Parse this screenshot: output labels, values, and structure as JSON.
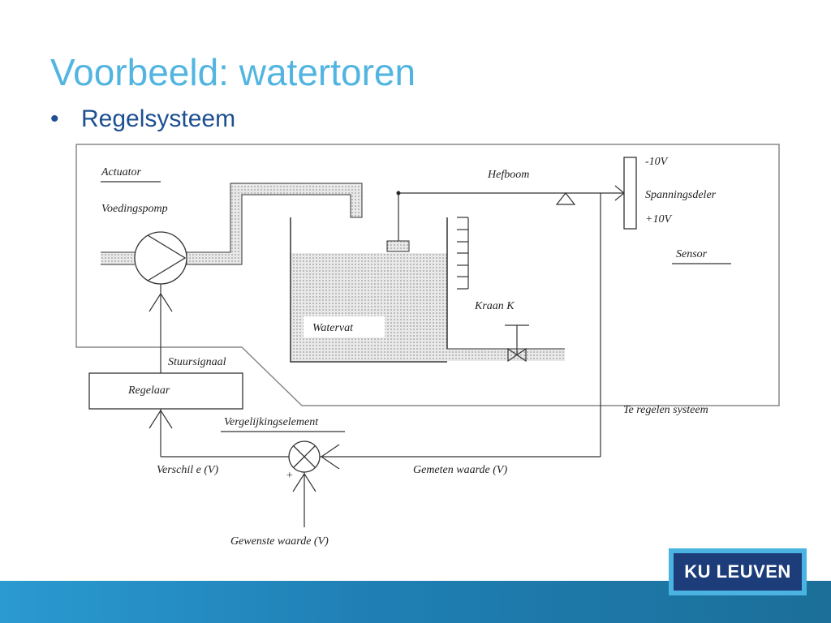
{
  "slide": {
    "title": "Voorbeeld: watertoren",
    "bullet": "Regelsysteem"
  },
  "diagram": {
    "labels": {
      "actuator": "Actuator",
      "voedingspomp": "Voedingspomp",
      "stuursignaal": "Stuursignaal",
      "regelaar": "Regelaar",
      "vergelijkingselement": "Vergelijkingselement",
      "verschil": "Verschil e (V)",
      "gemeten_waarde": "Gemeten waarde (V)",
      "gewenste_waarde": "Gewenste waarde (V)",
      "plus_sign": "+",
      "watervat": "Watervat",
      "kraan": "Kraan K",
      "hefboom": "Hefboom",
      "min10v": "-10V",
      "spanningsdeler": "Spanningsdeler",
      "plus10v": "+10V",
      "sensor": "Sensor",
      "te_regelen_systeem": "Te regelen systeem"
    },
    "colors": {
      "line": "#222222",
      "frame": "#888888",
      "water": "#d6d6d6",
      "pipe": "#c9c9c9"
    }
  },
  "footer": {
    "logo_text": "KU LEUVEN",
    "colors": {
      "band": "#1f7fb4",
      "logo_bg": "#1d3c7a",
      "logo_border": "#4bb3e2"
    }
  }
}
